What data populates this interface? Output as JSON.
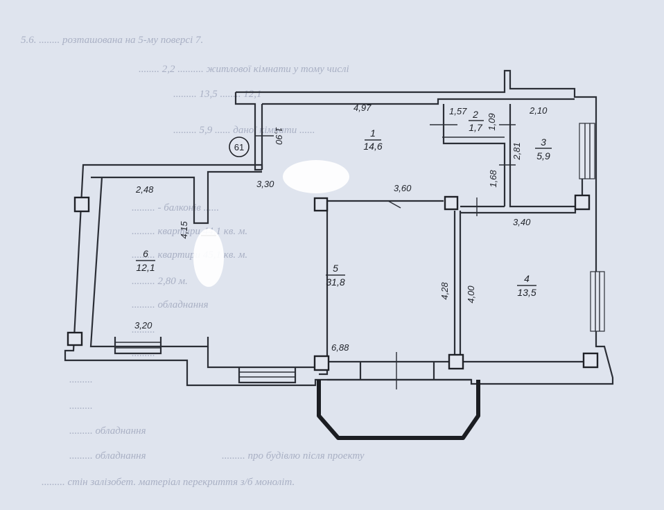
{
  "background_text": [
    "5.6. ........ розташована на 5-му поверсі 7.",
    "........ 2,2 .......... житлової кімнати у тому числі",
    "......... 13,5 ........ 12,1",
    "......... 5,9 ...... даної кімнати ......",
    "......... - балконів ......",
    "......... квартири 44,1 кв. м.",
    "......... квартири 45,1 кв. м.",
    "......... 2,80 м.",
    "......... обладнання",
    "......... ",
    "......... ",
    "......... ",
    "......... ",
    "......... обладнання",
    "......... обладнання",
    "......... про будівлю після проекту",
    "......... стін залізобет. матеріал перекриття з/б моноліт."
  ],
  "marker": {
    "label": "61"
  },
  "dimensions": {
    "d497": "4,97",
    "d190": "1,90",
    "d330": "3,30",
    "d157": "1,57",
    "d109": "1,09",
    "d210": "2,10",
    "d281": "2,81",
    "d168": "1,68",
    "d360": "3,60",
    "d340": "3,40",
    "d248": "2,48",
    "d415": "4,15",
    "d428": "4,28",
    "d400": "4,00",
    "d320": "3,20",
    "d688": "6,88"
  },
  "rooms": [
    {
      "number": "1",
      "area": "14,6"
    },
    {
      "number": "2",
      "area": "1,7"
    },
    {
      "number": "3",
      "area": "5,9"
    },
    {
      "number": "4",
      "area": "13,5"
    },
    {
      "number": "5",
      "area": "31,8"
    },
    {
      "number": "6",
      "area": "12,1"
    }
  ]
}
